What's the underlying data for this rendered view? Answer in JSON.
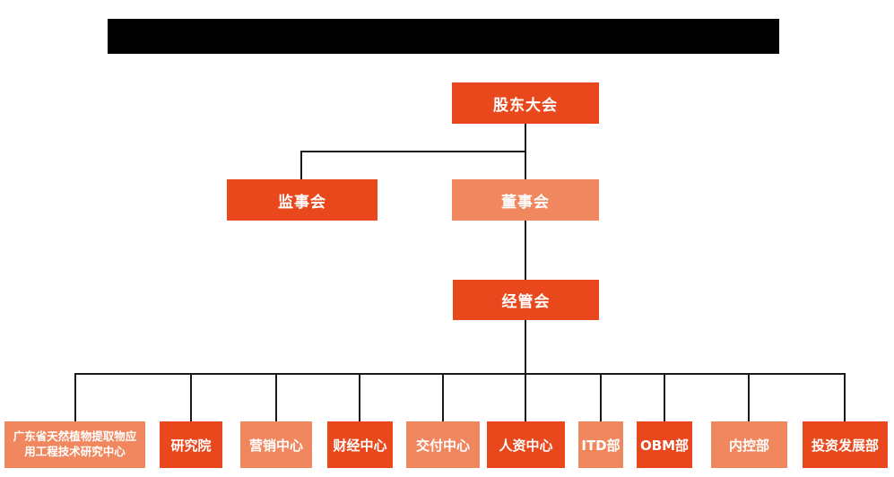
{
  "colors": {
    "primary_orange": "#E9481C",
    "secondary_salmon": "#F0875F",
    "connector": "#1A1A1A",
    "box_text": "#FFFFFF",
    "redacted_bar": "#000000",
    "background": "#FFFFFF"
  },
  "org_chart": {
    "nodes": {
      "shareholders_meeting": {
        "label": "股东大会",
        "variant": "primary"
      },
      "supervisory_board": {
        "label": "监事会",
        "variant": "primary"
      },
      "board_of_directors": {
        "label": "董事会",
        "variant": "secondary"
      },
      "management_committee": {
        "label": "经管会",
        "variant": "primary"
      }
    },
    "departments": [
      {
        "label": "广东省天然植物提取物应用工程技术研究中心",
        "variant": "secondary"
      },
      {
        "label": "研究院",
        "variant": "primary"
      },
      {
        "label": "营销中心",
        "variant": "secondary"
      },
      {
        "label": "财经中心",
        "variant": "primary"
      },
      {
        "label": "交付中心",
        "variant": "secondary"
      },
      {
        "label": "人资中心",
        "variant": "primary"
      },
      {
        "label": "ITD部",
        "variant": "secondary"
      },
      {
        "label": "OBM部",
        "variant": "primary"
      },
      {
        "label": "内控部",
        "variant": "secondary"
      },
      {
        "label": "投资发展部",
        "variant": "primary"
      }
    ]
  }
}
